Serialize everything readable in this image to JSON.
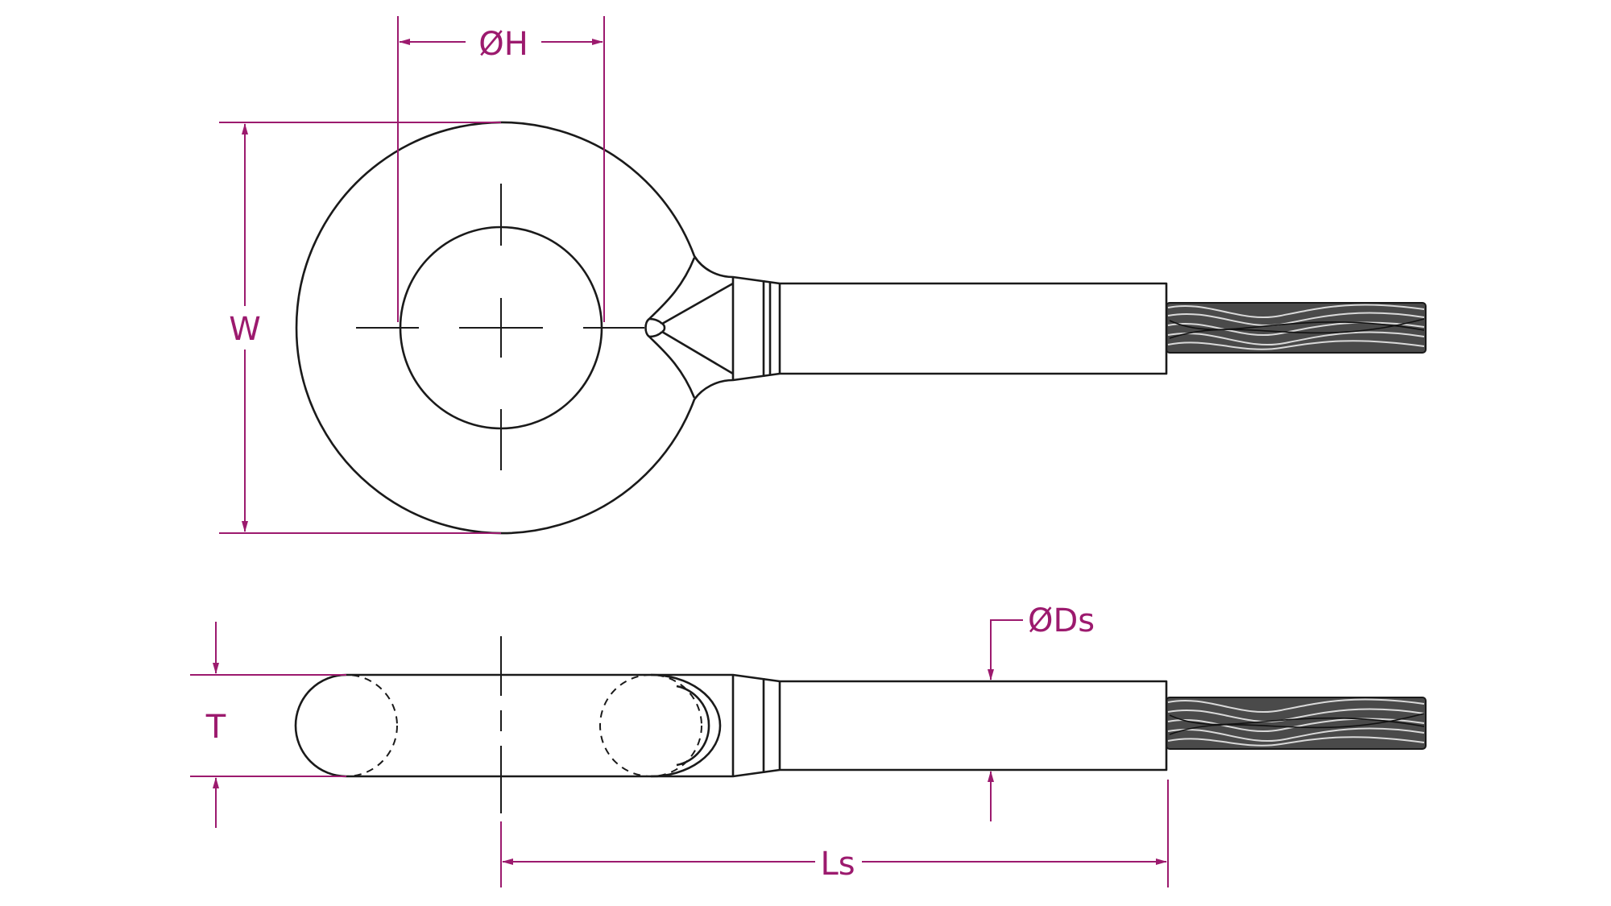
{
  "colors": {
    "dimension": "#9c1a6e",
    "outline": "#1a1a1a",
    "rope": "#4a4a4a"
  },
  "dimensions": {
    "hole_diameter": "ØH",
    "width": "W",
    "thickness": "T",
    "shank_diameter": "ØDs",
    "shank_length": "Ls"
  }
}
